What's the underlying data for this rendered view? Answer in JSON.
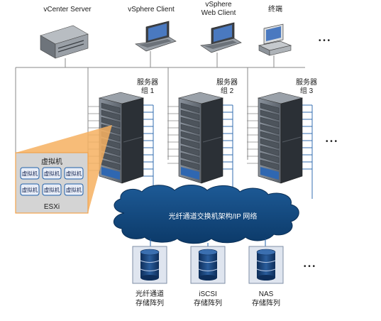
{
  "clients": [
    {
      "label_lines": [
        "vCenter Server"
      ],
      "icon": "server-icon"
    },
    {
      "label_lines": [
        "vSphere Client"
      ],
      "icon": "laptop-icon"
    },
    {
      "label_lines": [
        "vSphere",
        "Web Client"
      ],
      "icon": "laptop-icon"
    },
    {
      "label_lines": [
        "终端"
      ],
      "icon": "desktop-computer-icon"
    }
  ],
  "ellipsis": "• • •",
  "server_groups": [
    {
      "label_lines": [
        "服务器",
        "组 1"
      ]
    },
    {
      "label_lines": [
        "服务器",
        "组 2"
      ]
    },
    {
      "label_lines": [
        "服务器",
        "组 3"
      ]
    }
  ],
  "esxi_panel": {
    "title": "虚拟机",
    "vms": [
      "虚拟机",
      "虚拟机",
      "虚拟机",
      "虚拟机",
      "虚拟机",
      "虚拟机"
    ],
    "host_label": "ESXi"
  },
  "network": {
    "label": "光纤通道交换机架构/IP 网络"
  },
  "storage": [
    {
      "label_lines": [
        "光纤通道",
        "存储阵列"
      ]
    },
    {
      "label_lines": [
        "iSCSI",
        "存储阵列"
      ]
    },
    {
      "label_lines": [
        "NAS",
        "存储阵列"
      ]
    }
  ],
  "colors": {
    "cloud": "#11487f",
    "rack_body": "#4e5660",
    "rack_dark": "#262b31",
    "cable_blue": "#1f5fa8",
    "esxi_bg": "#d4d4d4",
    "esxi_border": "#f2a24a",
    "storage_frame": "#dfe5ef"
  }
}
